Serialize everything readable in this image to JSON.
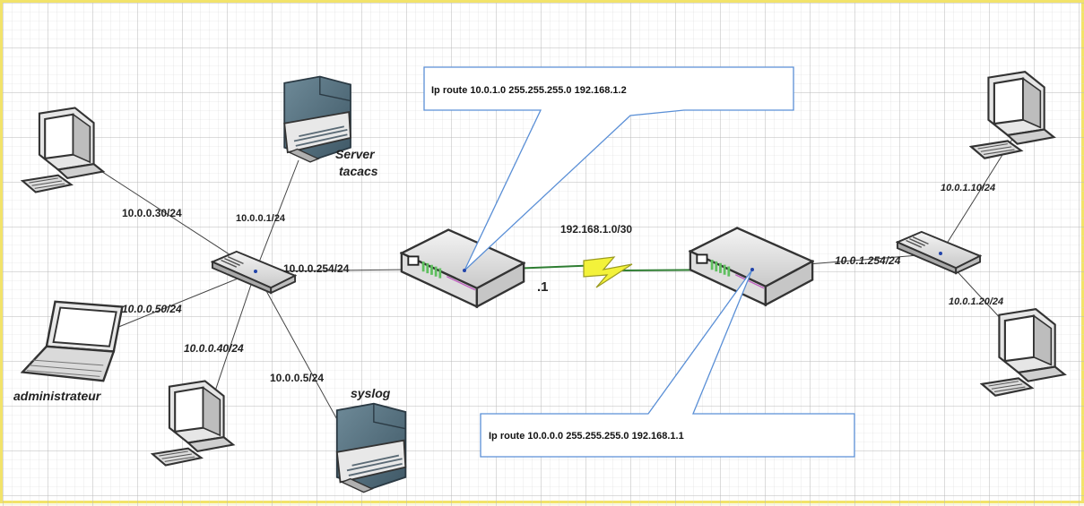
{
  "callout_top": "Ip route 10.0.1.0 255.255.255.0 192.168.1.2",
  "callout_bottom": "Ip route 10.0.0.0 255.255.255.0 192.168.1.1",
  "wan_network": "192.168.1.0/30",
  "router_left_wan_suffix": ".1",
  "names": {
    "server_tacacs_line1": "Server",
    "server_tacacs_line2": "tacacs",
    "syslog": "syslog",
    "administrateur": "administrateur"
  },
  "ips": {
    "pc_top_left": "10.0.0.30/24",
    "server_tacacs": "10.0.0.1/24",
    "router_left_lan": "10.0.0.254/24",
    "laptop": "10.0.0.50/24",
    "pc_bottom": "10.0.0.40/24",
    "syslog": "10.0.0.5/24",
    "router_right_lan": "10.0.1.254/24",
    "pc_top_right": "10.0.1.10/24",
    "pc_bottom_right": "10.0.1.20/24"
  }
}
